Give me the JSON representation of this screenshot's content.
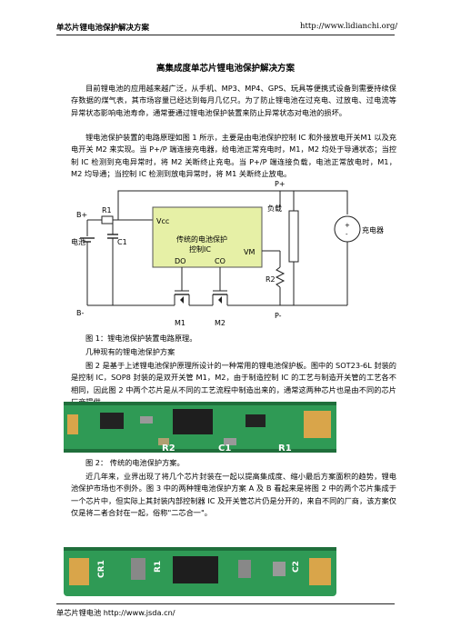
{
  "header": {
    "left": "单芯片锂电池保护解决方案",
    "right": "http://www.lidianchi.org/"
  },
  "title": "高集成度单芯片锂电池保护解决方案",
  "paragraphs": [
    "目前锂电池的应用越来越广泛，从手机、MP3、MP4、GPS、玩具等便携式设备到需要持续保存数据的煤气表，其市场容量已经达到每月几亿只。为了防止锂电池在过充电、过放电、过电流等异常状态影响电池寿命，通常要通过锂电池保护装置来防止异常状态对电池的损坏。",
    "锂电池保护装置的电路原理如图 1 所示，主要是由电池保护控制 IC 和外接放电开关M1 以及充电开关 M2 来实现。当 P+/P 端连接充电器，给电池正常充电时，M1，M2 均处于导通状态；当控制 IC 检测到充电异常时，将 M2 关断终止充电。当 P+/P 端连接负载，电池正常放电时，M1，M2 均导通；当控制 IC 检测到放电异常时，将 M1 关断终止放电。"
  ],
  "figure1": {
    "labels": {
      "bplus": "B+",
      "bminus": "B-",
      "r1": "R1",
      "c1": "C1",
      "battery": "电池",
      "vcc": "Vcc",
      "ic_line1": "传统的电池保护",
      "ic_line2": "控制IC",
      "vm": "VM",
      "do": "DO",
      "co": "CO",
      "pplus": "P+",
      "pminus": "P-",
      "load": "负载",
      "r2": "R2",
      "charger": "充电器",
      "m1": "M1",
      "m2": "M2",
      "src_plus": "+",
      "src_minus": "-"
    },
    "caption": "图 1：锂电池保护装置电路原理。"
  },
  "subtitle": "几种现有的锂电池保护方案",
  "paragraph3": "图 2 是基于上述锂电池保护原理所设计的一种常用的锂电池保护板。图中的 SOT23-6L 封装的是控制 IC，SOP8 封装的是双开关管 M1，M2，由于制造控制 IC 的工艺与制造开关管的工艺各不相同，因此图 2 中两个芯片是从不同的工艺流程中制造出来的，通常这两种芯片也是由不同的芯片厂商提供。",
  "figure2": {
    "labels": {
      "r2": "R2",
      "c1": "C1",
      "r1": "R1"
    },
    "caption": "图 2：  传统的电池保护方案。"
  },
  "paragraph4": "近几年来，业界出现了将几个芯片封装在一起以提高集成度、缩小最后方案面积的趋势，锂电池保护市场也不例外。图 3 中的两种锂电池保护方案 A 及 B 看起来是将图 2 中的两个芯片集成于一个芯片中，但实际上其封装内部控制器 IC 及开关管芯片仍是分开的，来自不同的厂商，该方案仅仅是将二者合封在一起，俗称\"二芯合一\"。",
  "figure3": {
    "labels": {
      "cr1": "CR1",
      "r1": "R1",
      "c2": "C2"
    }
  },
  "footer": "单芯片锂电池 http://www.jsda.cn/",
  "colors": {
    "ic_fill": "#e6f0a6",
    "pcb_green": "#2f9a55",
    "pcb_dark": "#1f6e3b",
    "copper": "#d9a54a"
  }
}
